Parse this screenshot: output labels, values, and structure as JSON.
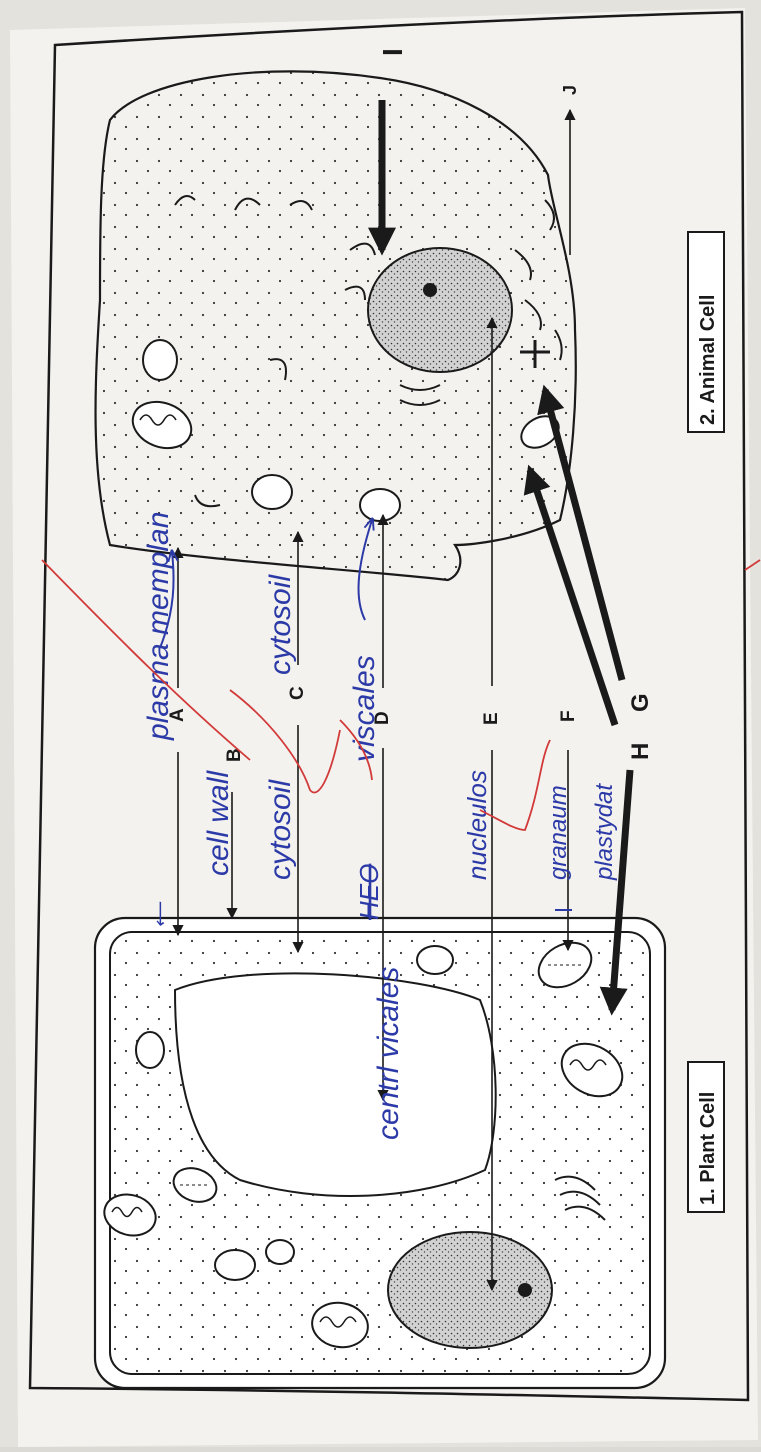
{
  "titles": {
    "plant": "1. Plant Cell",
    "animal": "2. Animal Cell"
  },
  "labels": {
    "A": "A",
    "B": "B",
    "C": "C",
    "D": "D",
    "E": "E",
    "F": "F",
    "G": "G",
    "H": "H",
    "I": "I",
    "J": "J"
  },
  "handwriting": {
    "plasma_membrane": "plasma memplan",
    "cell_wall": "cell wall",
    "cytosoil_left": "cytosoil",
    "cytosoil_right": "cytosoil",
    "viscales": "viscales",
    "crossed_word": "HEO",
    "central_vicales": "centrl vicales",
    "nucleulos": "nucleulos",
    "granaum": "granaum",
    "plastydat": "plastydat"
  },
  "colors": {
    "ink": "#1a1a1a",
    "pen_blue": "#2c3aa8",
    "pen_red": "#d23a3a",
    "paper": "#f3f2ee"
  }
}
